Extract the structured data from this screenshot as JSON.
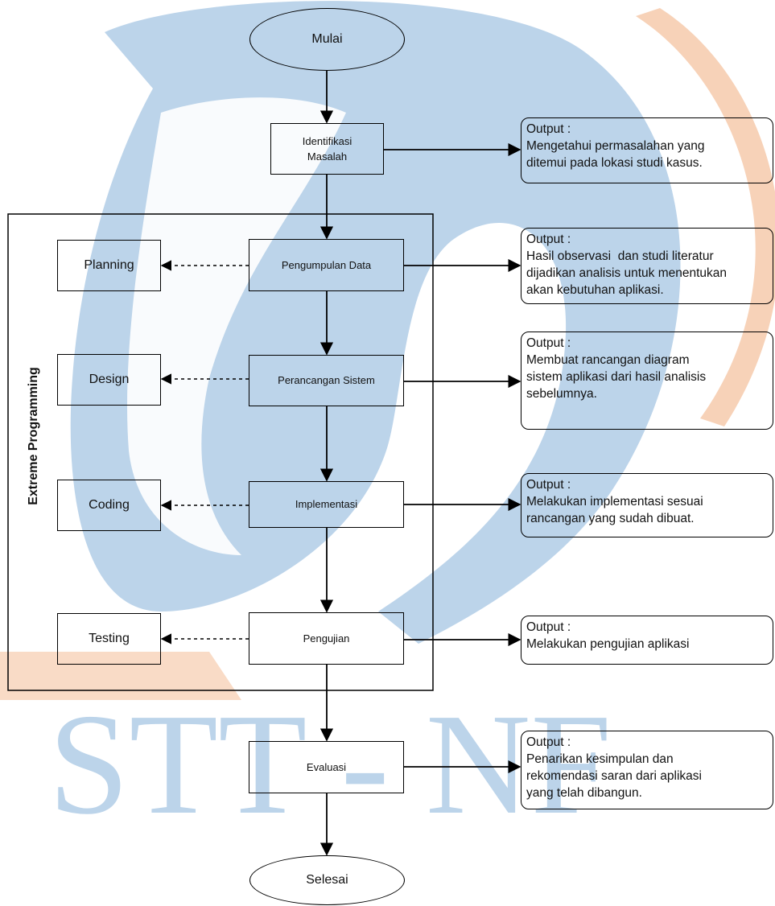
{
  "watermark": {
    "text": "STT - NF",
    "blue": "#bcd4ea",
    "orange": "#f7d2b8"
  },
  "group": {
    "label": "Extreme Programming"
  },
  "start": "Mulai",
  "end": "Selesai",
  "steps": [
    {
      "label": "Identifikasi\nMasalah"
    },
    {
      "label": "Pengumpulan Data"
    },
    {
      "label": "Perancangan Sistem"
    },
    {
      "label": "Implementasi"
    },
    {
      "label": "Pengujian"
    },
    {
      "label": "Evaluasi"
    }
  ],
  "phases": [
    "Planning",
    "Design",
    "Coding",
    "Testing"
  ],
  "outputs": [
    {
      "title": "Output :",
      "text": "Mengetahui permasalahan yang\nditemui pada lokasi studi kasus."
    },
    {
      "title": "Output :",
      "text": "Hasil observasi  dan studi literatur\ndijadikan analisis untuk menentukan\nakan kebutuhan aplikasi."
    },
    {
      "title": "Output :",
      "text": "Membuat rancangan diagram\nsistem aplikasi dari hasil analisis\nsebelumnya."
    },
    {
      "title": "Output :",
      "text": "Melakukan implementasi sesuai\nrancangan yang sudah dibuat."
    },
    {
      "title": "Output :",
      "text": "Melakukan pengujian aplikasi"
    },
    {
      "title": "Output :",
      "text": "Penarikan kesimpulan dan\nrekomendasi saran dari aplikasi\nyang telah dibangun."
    }
  ]
}
